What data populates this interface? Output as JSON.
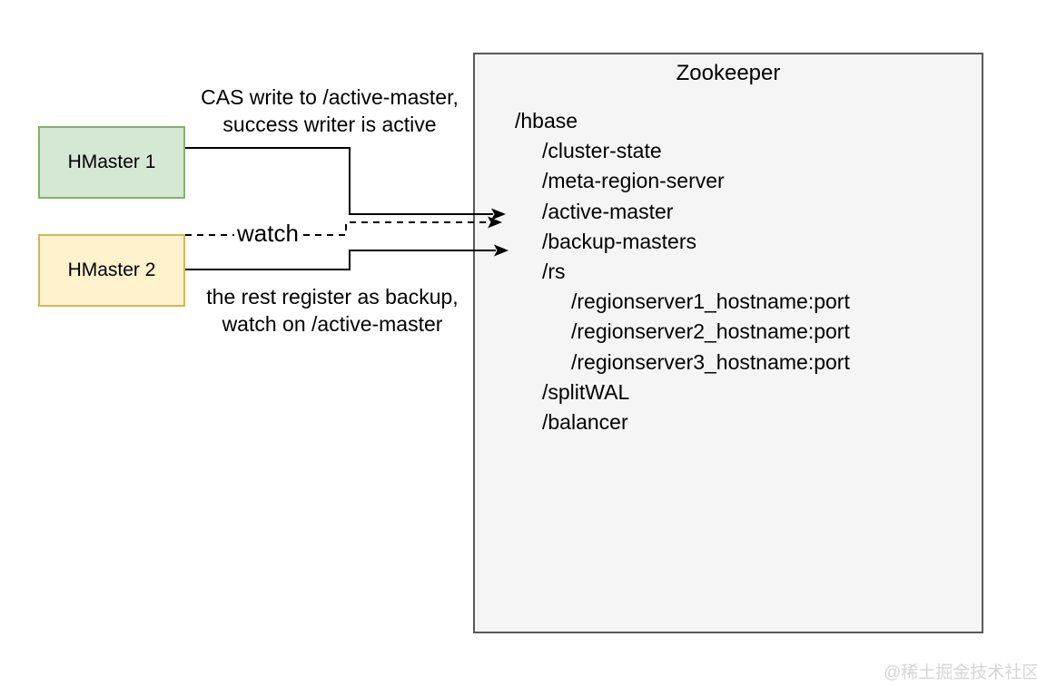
{
  "diagram": {
    "zookeeper": {
      "title": "Zookeeper",
      "fill": "#f5f5f5",
      "border": "#595959"
    },
    "hmaster1": {
      "label": "HMaster 1",
      "fill": "#d5e8d4",
      "border": "#82b366"
    },
    "hmaster2": {
      "label": "HMaster 2",
      "fill": "#fff2cc",
      "border": "#d6b656"
    },
    "annotations": {
      "cas_line1": "CAS write to /active-master,",
      "cas_line2": "success writer is active",
      "watch_label": "watch",
      "backup_line1": "the rest register as backup,",
      "backup_line2": "watch on /active-master"
    },
    "zk_tree": [
      {
        "label": "/hbase",
        "indent": 0
      },
      {
        "label": "/cluster-state",
        "indent": 1
      },
      {
        "label": "/meta-region-server",
        "indent": 1
      },
      {
        "label": "/active-master",
        "indent": 1
      },
      {
        "label": "/backup-masters",
        "indent": 1
      },
      {
        "label": "/rs",
        "indent": 1
      },
      {
        "label": "/regionserver1_hostname:port",
        "indent": 2
      },
      {
        "label": "/regionserver2_hostname:port",
        "indent": 2
      },
      {
        "label": "/regionserver3_hostname:port",
        "indent": 2
      },
      {
        "label": "/splitWAL",
        "indent": 1
      },
      {
        "label": "/balancer",
        "indent": 1
      }
    ],
    "edges": {
      "line_color": "#000000",
      "hmaster1_to_active_master": "solid",
      "watch_to_active_master": "dashed",
      "hmaster2_to_backup_masters": "solid"
    }
  },
  "watermark": "@稀土掘金技术社区"
}
